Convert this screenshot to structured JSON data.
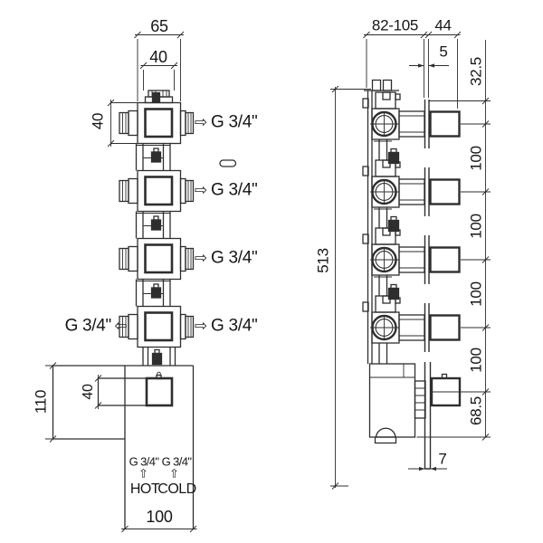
{
  "front_view": {
    "dim_width_total": "65",
    "dim_trim_width": "40",
    "dim_valve_height": "40",
    "outlets_right": [
      "G 3/4\"",
      "G 3/4\"",
      "G 3/4\"",
      "G 3/4\""
    ],
    "outlet_left": "G 3/4\"",
    "dim_body_height": "110",
    "dim_cartridge_height": "40",
    "inlet_hot": {
      "size": "G 3/4\"",
      "label": "HOT"
    },
    "inlet_cold": {
      "size": "G 3/4\"",
      "label": "COLD"
    },
    "dim_inlet_width": "100"
  },
  "side_view": {
    "dim_depth_range": "82-105",
    "dim_handle_depth": "44",
    "dim_plate_thickness": "5",
    "dim_top_offset": "32.5",
    "dim_spacing": [
      "100",
      "100",
      "100",
      "100"
    ],
    "dim_total_height": "513",
    "dim_bottom_offset": "68.5",
    "dim_plate_overhang": "7"
  },
  "icons": {
    "flow_right": "⇨",
    "flow_left": "⇦",
    "flow_up": "⇧"
  },
  "colors": {
    "line": "#2e2e2e",
    "text": "#161616",
    "background": "#ffffff"
  }
}
